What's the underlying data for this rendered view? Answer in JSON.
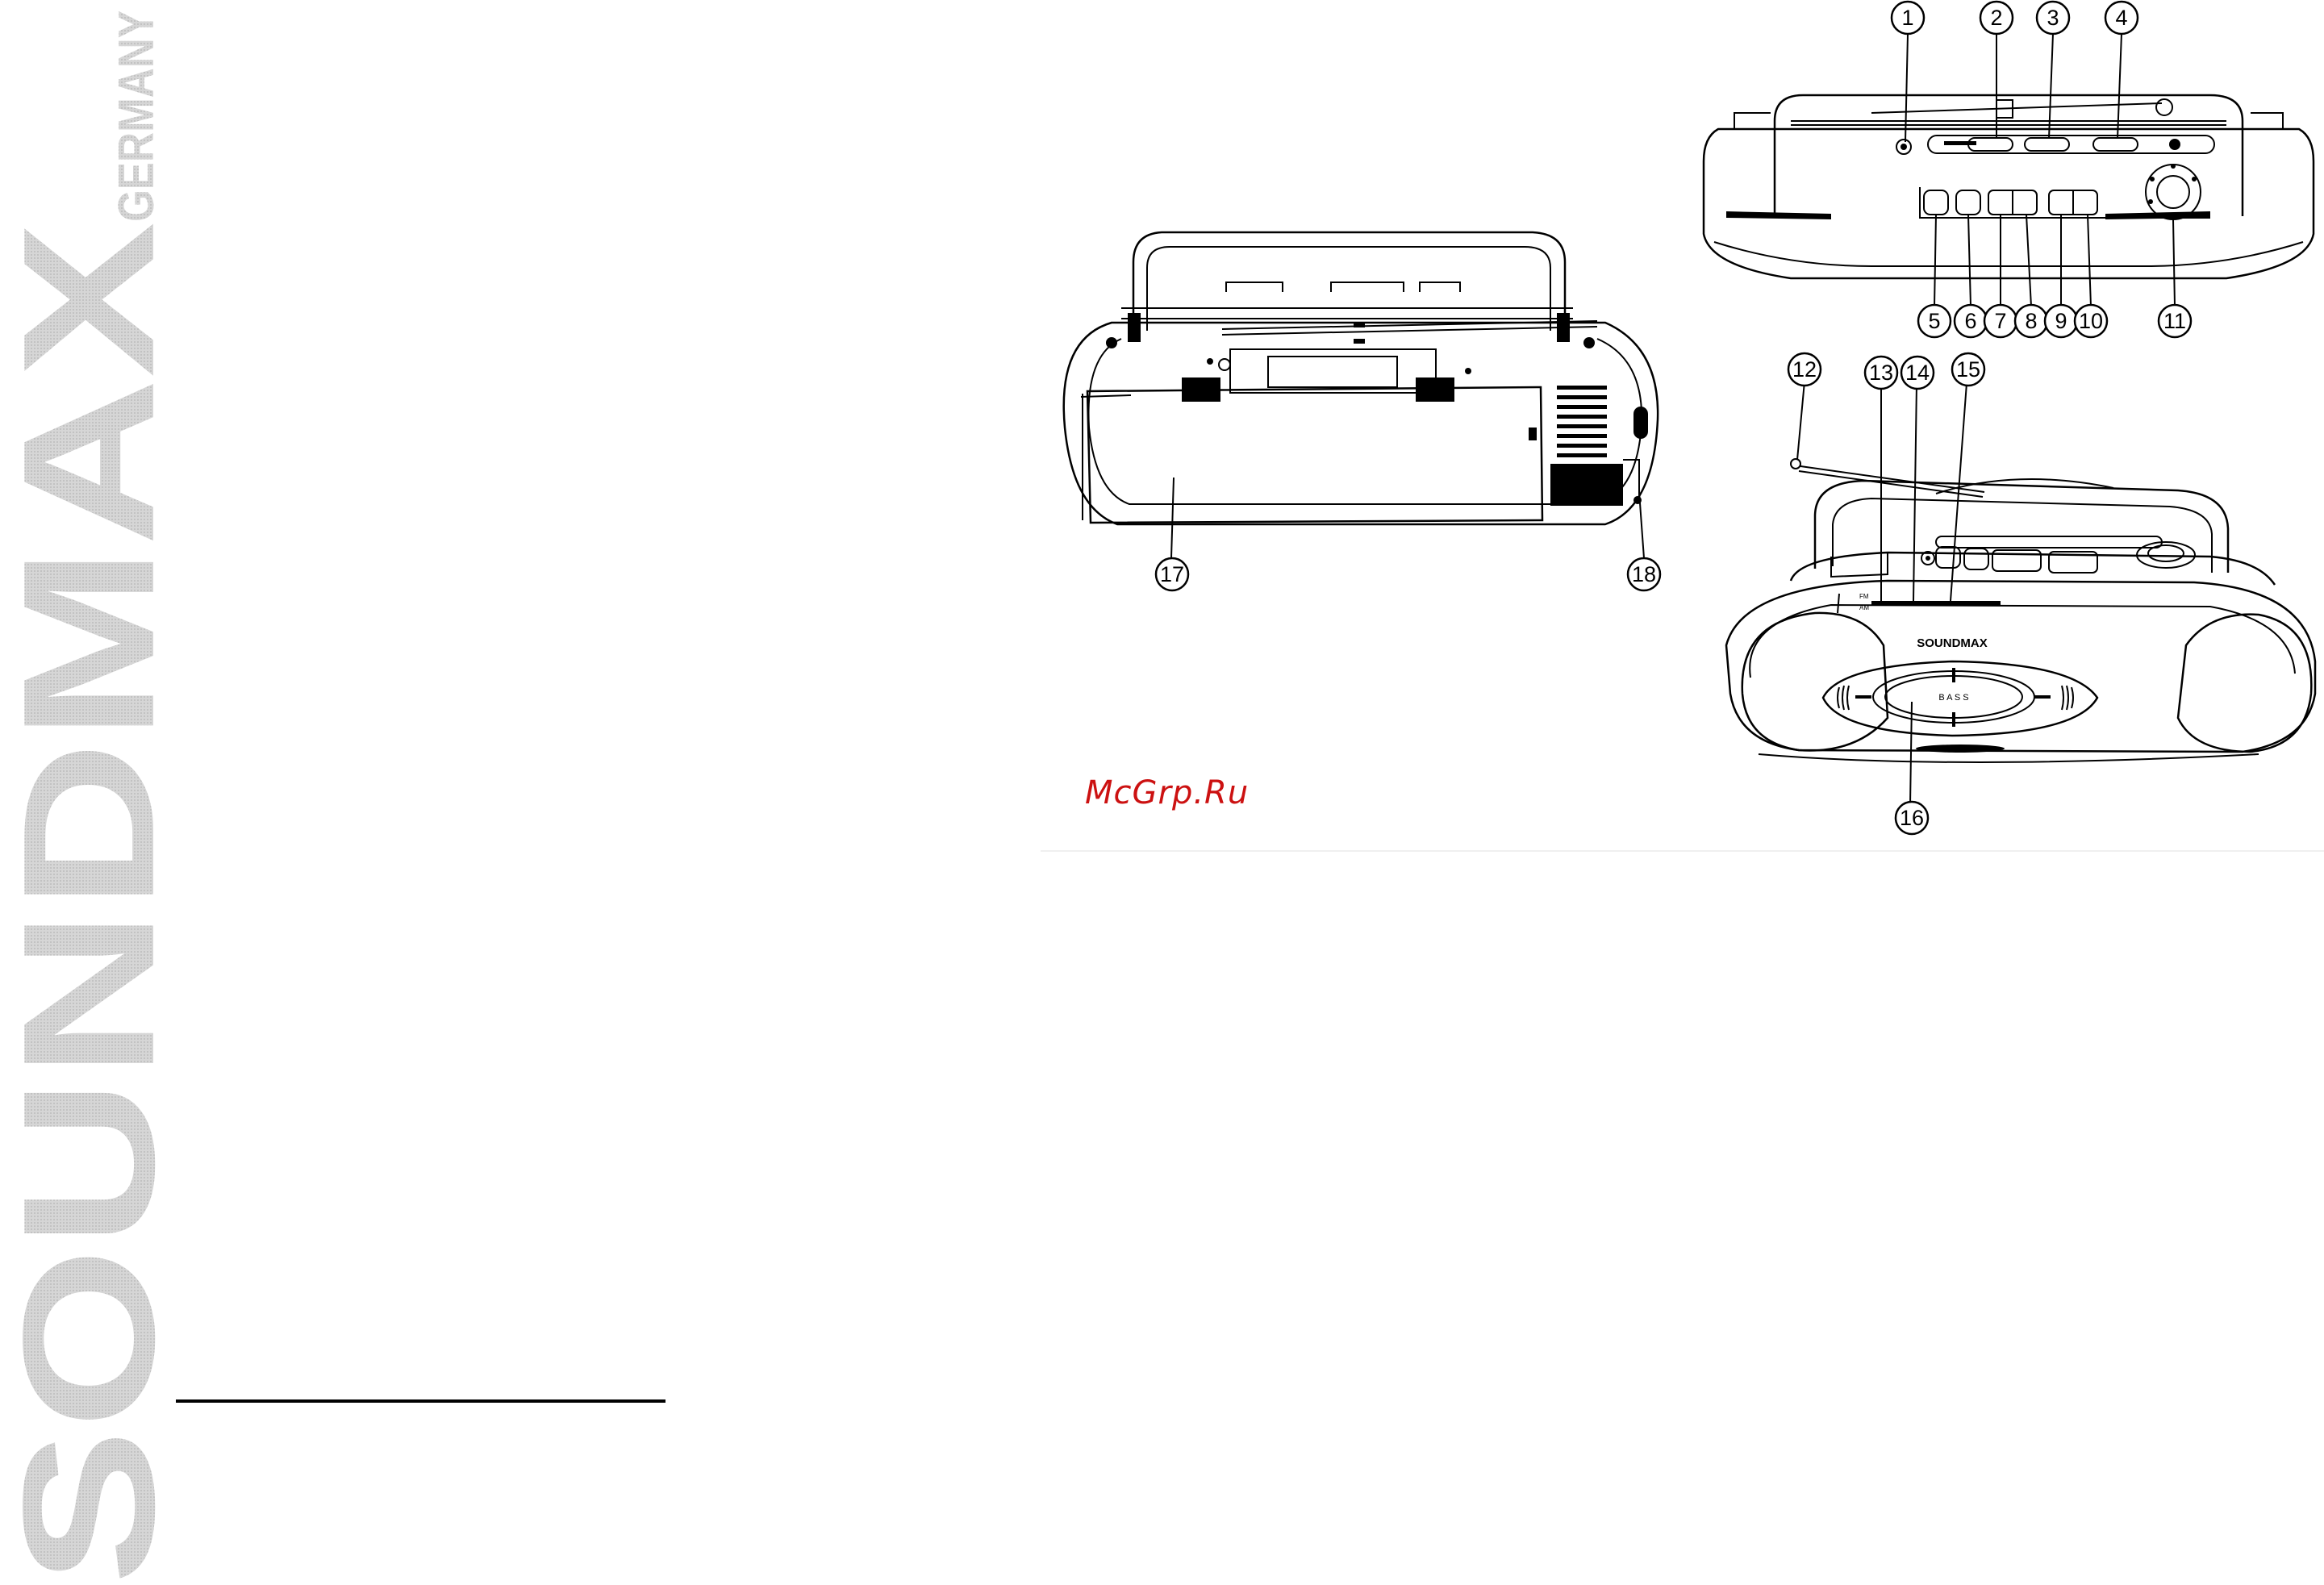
{
  "brand": {
    "name": "SOUNDMAX",
    "country": "GERMANY"
  },
  "watermark": "McGrp.Ru",
  "device_logo": "SOUNDMAX",
  "bass_label": "B A S S",
  "band_labels": {
    "fm": "FM",
    "am": "AM"
  },
  "callouts": [
    "1",
    "2",
    "3",
    "4",
    "5",
    "6",
    "7",
    "8",
    "9",
    "10",
    "11",
    "12",
    "13",
    "14",
    "15",
    "16",
    "17",
    "18"
  ],
  "colors": {
    "brand_gray": "#c8c8c8",
    "watermark_red": "#cc1111",
    "line": "#000000"
  }
}
